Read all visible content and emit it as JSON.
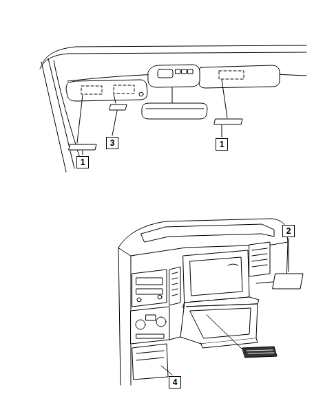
{
  "diagram": {
    "labels": [
      "1",
      "3",
      "1",
      "2",
      "4"
    ]
  }
}
